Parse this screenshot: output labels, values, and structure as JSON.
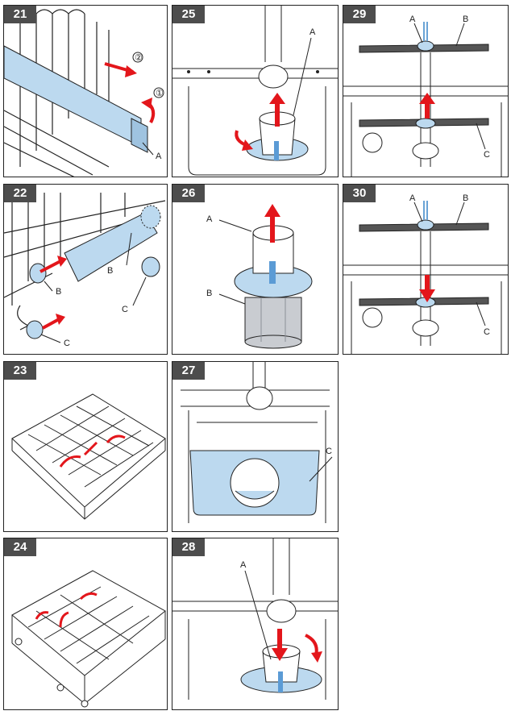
{
  "panels": [
    {
      "num": "21",
      "labels": {
        "a": "A",
        "s1": "①",
        "s2": "②"
      }
    },
    {
      "num": "22",
      "labels": {
        "b1": "B",
        "b2": "B",
        "c1": "C",
        "c2": "C"
      }
    },
    {
      "num": "23",
      "labels": {}
    },
    {
      "num": "24",
      "labels": {}
    },
    {
      "num": "25",
      "labels": {
        "a": "A"
      }
    },
    {
      "num": "26",
      "labels": {
        "a": "A",
        "b": "B"
      }
    },
    {
      "num": "27",
      "labels": {
        "c": "C"
      }
    },
    {
      "num": "28",
      "labels": {
        "a": "A"
      }
    },
    {
      "num": "29",
      "labels": {
        "a": "A",
        "b": "B",
        "c": "C"
      }
    },
    {
      "num": "30",
      "labels": {
        "a": "A",
        "b": "B",
        "c": "C"
      }
    }
  ],
  "colors": {
    "arrow": "#e3161b",
    "part": "#bcd9ef",
    "line": "#222222",
    "badge": "#4d4d4d"
  }
}
